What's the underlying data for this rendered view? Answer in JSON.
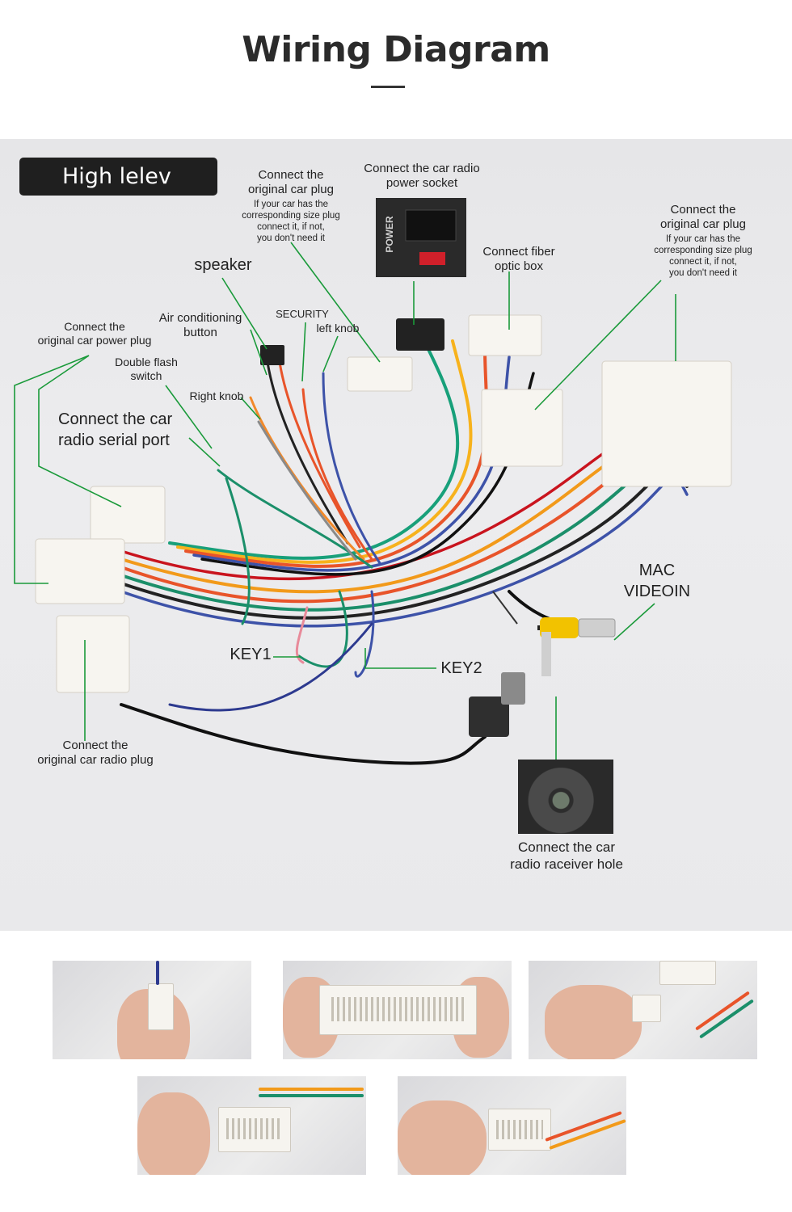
{
  "header": {
    "title": "Wiring Diagram"
  },
  "badge": {
    "text": "High lelev"
  },
  "labels": {
    "original_plug_top": {
      "main": "Connect the\noriginal car plug",
      "sub": "If your car has the\ncorresponding size plug\nconnect it, if not,\nyou don't need it"
    },
    "power_socket": {
      "main": "Connect the car radio\npower socket"
    },
    "power_marking": "POWER",
    "fiber_box": {
      "main": "Connect fiber\noptic box"
    },
    "original_plug_right": {
      "main": "Connect the\noriginal car plug",
      "sub": "If your car has the\ncorresponding size plug\nconnect it, if not,\nyou don't need it"
    },
    "speaker": "speaker",
    "air_conditioning": "Air conditioning\nbutton",
    "security": "SECURITY",
    "left_knob": "left knob",
    "power_plug": "Connect the\noriginal car power plug",
    "double_flash": "Double flash\nswitch",
    "right_knob": "Right knob",
    "serial_port": "Connect the car\nradio  serial port",
    "mac_video": "MAC\nVIDEOIN",
    "key1": "KEY1",
    "key2": "KEY2",
    "radio_plug": "Connect the\noriginal car radio plug",
    "receiver_hole": "Connect the  car\nradio raceiver hole"
  },
  "colors": {
    "leader_line": "#1a9a3a",
    "badge_bg": "#1f1f1f",
    "panel_bg": "#e9e9eb",
    "rca_yellow": "#f2c200"
  }
}
